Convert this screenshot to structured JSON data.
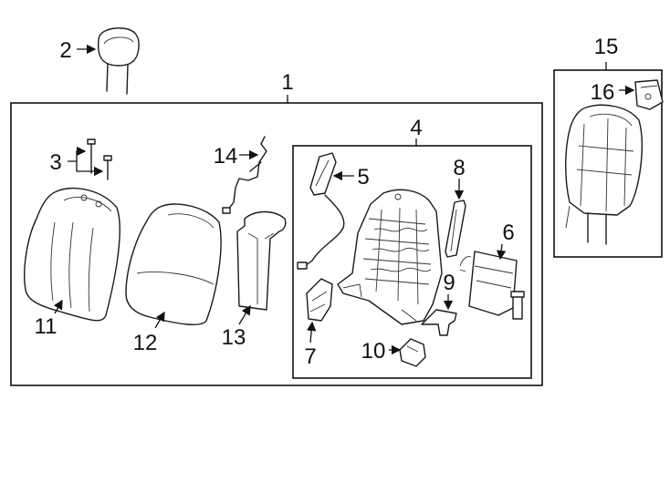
{
  "diagram": {
    "callouts": {
      "c1": "1",
      "c2": "2",
      "c3": "3",
      "c4": "4",
      "c5": "5",
      "c6": "6",
      "c7": "7",
      "c8": "8",
      "c9": "9",
      "c10": "10",
      "c11": "11",
      "c12": "12",
      "c13": "13",
      "c14": "14",
      "c15": "15",
      "c16": "16"
    },
    "colors": {
      "line": "#1a1a1a",
      "background": "#ffffff"
    }
  }
}
